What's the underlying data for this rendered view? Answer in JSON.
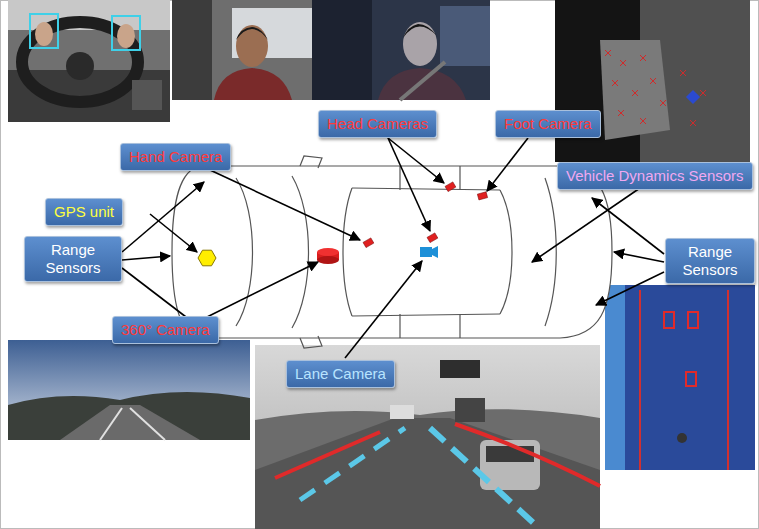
{
  "diagram": {
    "nodes": [
      {
        "text": [
          "Head Cameras"
        ]
      },
      {
        "text": [
          "Foot Camera"
        ]
      },
      {
        "text": [
          "Hand Camera"
        ]
      },
      {
        "text": [
          "Vehicle Dynamics Sensors"
        ]
      },
      {
        "text": [
          "GPS unit"
        ]
      },
      {
        "text": [
          "Range Sensors"
        ]
      },
      {
        "text": [
          "Range Sensors"
        ]
      },
      {
        "text": [
          "360° Camera"
        ]
      },
      {
        "text": [
          "Lane Camera"
        ]
      }
    ]
  }
}
